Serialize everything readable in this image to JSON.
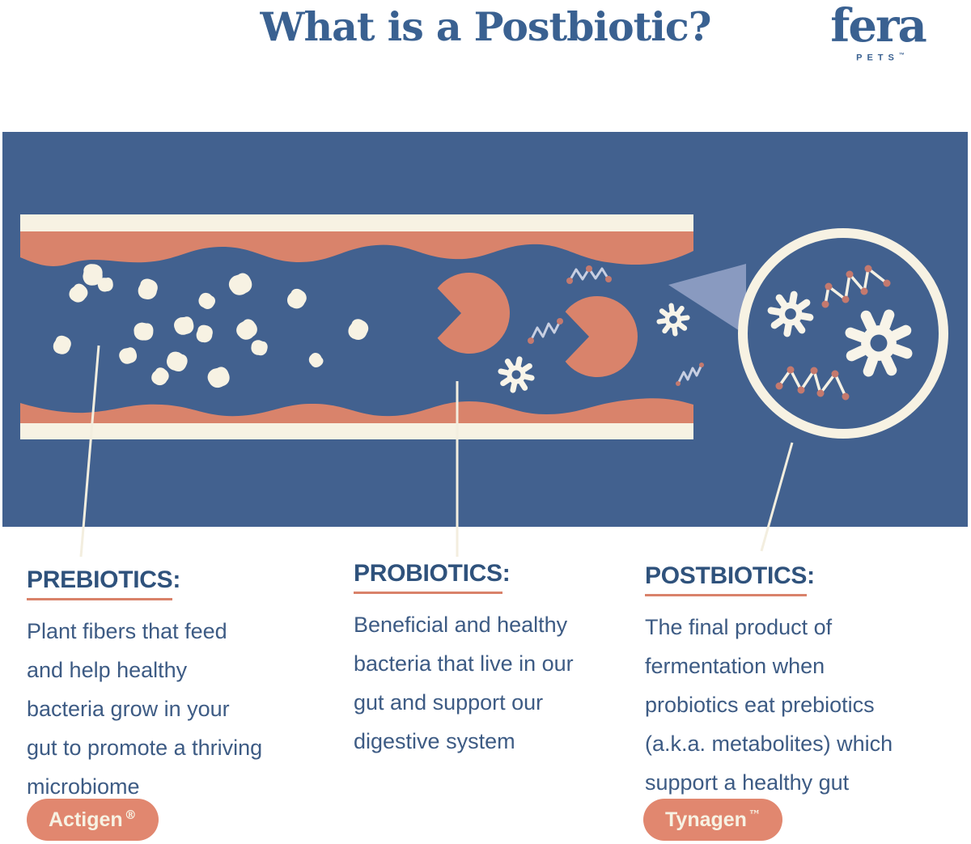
{
  "header": {
    "title": "What is a Postbiotic?",
    "logo": {
      "brand": "fera",
      "sub": "PETS",
      "trademark": "™"
    }
  },
  "columns": [
    {
      "heading": "PREBIOTICS",
      "colon": ":",
      "lines": [
        "Plant fibers that feed",
        "and help healthy",
        "bacteria grow in your",
        "gut to promote a thriving",
        "microbiome"
      ],
      "badge": {
        "label": "Actigen",
        "mark": "®"
      }
    },
    {
      "heading": "PROBIOTICS",
      "colon": ":",
      "lines": [
        "Beneficial and healthy",
        "bacteria that live in our",
        "gut and support our",
        "digestive system"
      ]
    },
    {
      "heading": "POSTBIOTICS",
      "colon": ":",
      "lines": [
        "The final product of",
        "fermentation when",
        "probiotics eat prebiotics",
        "(a.k.a. metabolites) which",
        "support a healthy gut"
      ],
      "badge": {
        "label": "Tynagen",
        "mark": "™"
      }
    }
  ],
  "icons": {
    "prebiotic_particles": "pebble-blob-icon",
    "probiotic_bacteria": "pacman-bacteria-icon",
    "postbiotic_molecules": "splat-molecule-icon",
    "metabolite_chains": "zigzag-chain-icon",
    "magnifier": "zoom-circle-icon"
  },
  "colors": {
    "panel_blue": "#42618F",
    "coral": "#D9836B",
    "cream": "#F7F2E3",
    "lavender_wedge": "#8F9FC4",
    "title_text": "#3A6191",
    "heading_text": "#2F527C",
    "body_text": "#3D5B84",
    "underline": "#D9826A",
    "badge_bg": "#E1876F",
    "badge_text": "#F7F2E3",
    "chain_dot": "#C4796E"
  }
}
